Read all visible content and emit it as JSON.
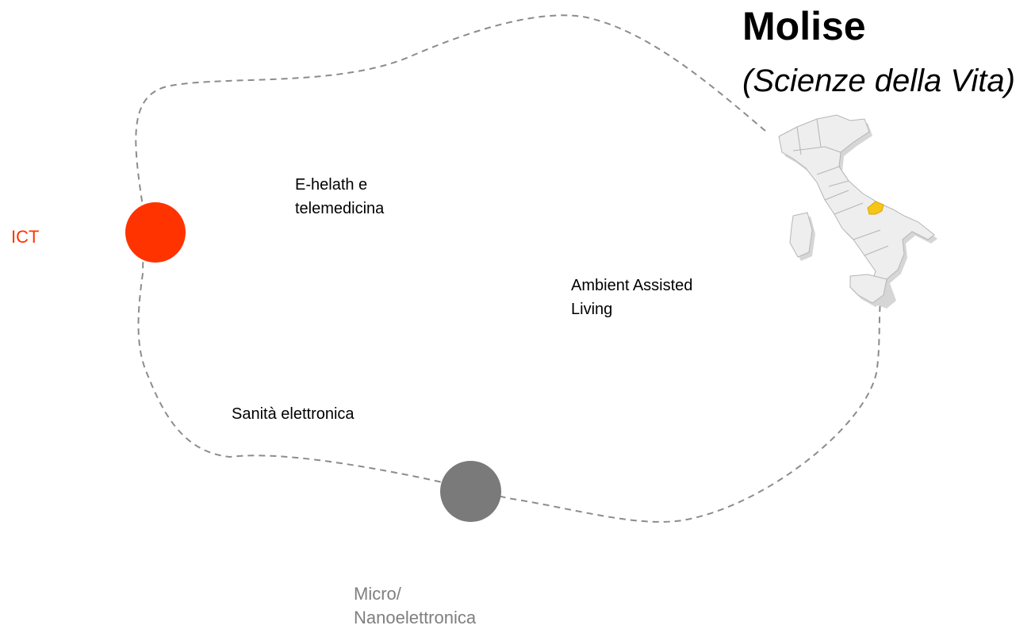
{
  "title": "Molise",
  "subtitle": "(Scienze della Vita)",
  "nodes": [
    {
      "label": "ICT",
      "color": "#ff3300",
      "label_color": "#ff3300"
    },
    {
      "label_line1": "Micro/",
      "label_line2": "Nanoelettronica",
      "color": "#7a7a7a",
      "label_color": "#7f7f7f"
    }
  ],
  "topics": [
    {
      "line1": "E-helath e",
      "line2": "telemedicina"
    },
    {
      "line1": "Ambient Assisted",
      "line2": "Living"
    },
    {
      "line1": "Sanità elettronica"
    }
  ],
  "map": {
    "icon": "italy-map-icon",
    "highlighted_region_color": "#f5c518",
    "base_color": "#eeeeee"
  },
  "outline_color": "#8c8c8c"
}
